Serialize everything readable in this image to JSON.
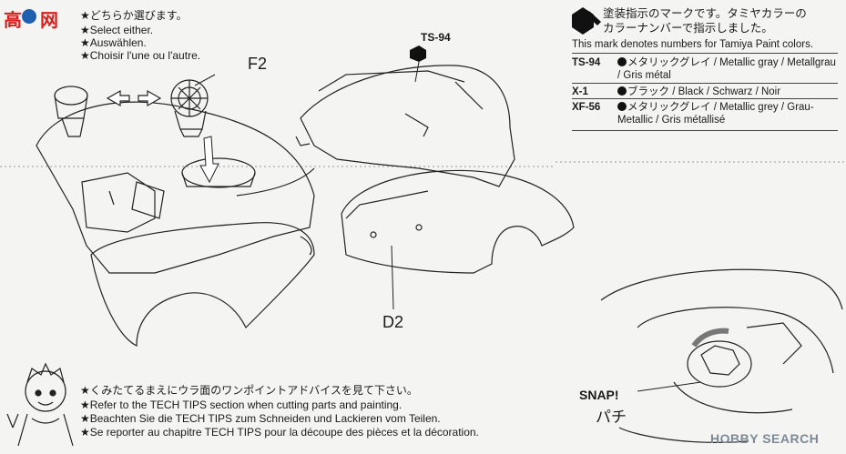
{
  "header": {
    "choose_jp": "★どちらか選びます。",
    "choose_en": "★Select either.",
    "choose_de": "★Auswählen.",
    "choose_fr": "★Choisir l'une ou l'autre."
  },
  "paint_note": {
    "jp_line1": "塗装指示のマークです。タミヤカラーの",
    "jp_line2": "カラーナンバーで指示しました。",
    "en": "This mark denotes numbers for Tamiya Paint colors.",
    "rows": [
      {
        "code": "TS-94",
        "desc": "メタリックグレイ / Metallic gray / Metallgrau / Gris métal"
      },
      {
        "code": "X-1",
        "desc": "ブラック / Black / Schwarz / Noir"
      },
      {
        "code": "XF-56",
        "desc": "メタリックグレイ / Metallic grey / Grau-Metallic / Gris métallisé"
      }
    ]
  },
  "labels": {
    "f2": "F2",
    "ts94": "TS-94",
    "d2": "D2",
    "snap": "SNAP!",
    "snap_jp": "パチ"
  },
  "tips": {
    "jp": "★くみたてるまえにウラ面のワンポイントアドバイスを見て下さい。",
    "en": "★Refer to the TECH TIPS section when cutting parts and painting.",
    "de": "★Beachten Sie die TECH TIPS zum Schneiden und Lackieren vom Teilen.",
    "fr": "★Se reporter au chapitre TECH TIPS pour la découpe des pièces et la décoration."
  },
  "brand": {
    "logo_text": "高",
    "logo_text2": "网",
    "watermark": "HOBBY SEARCH"
  },
  "colors": {
    "ink": "#1a1a1a",
    "logo_red": "#d6201e",
    "logo_blue": "#1f5fb0",
    "watermark": "#7d8a96"
  }
}
